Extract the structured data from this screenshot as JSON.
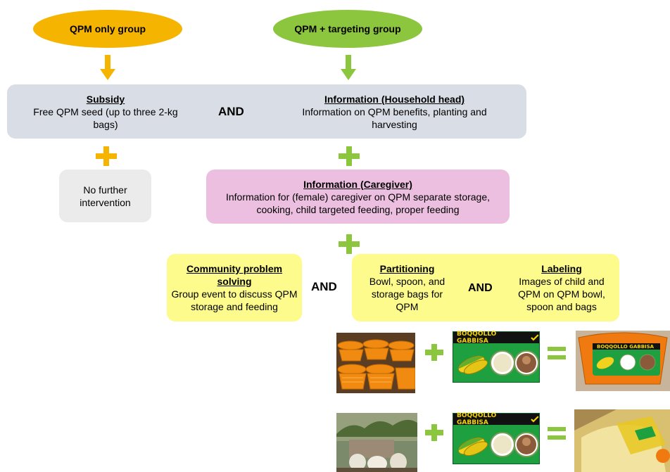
{
  "groups": {
    "qpm_only": "QPM only group",
    "qpm_targeting": "QPM + targeting group"
  },
  "subsidy": {
    "title": "Subsidy",
    "text": "Free QPM seed (up to three 2-kg bags)"
  },
  "and_labels": {
    "top": "AND",
    "middle": "AND",
    "right": "AND"
  },
  "info_household": {
    "title": "Information (Household head)",
    "text": "Information on QPM benefits, planting and harvesting"
  },
  "no_further": {
    "text": "No further intervention"
  },
  "info_caregiver": {
    "title": "Information (Caregiver)",
    "text": "Information for (female) caregiver on QPM separate storage, cooking, child targeted feeding, proper feeding"
  },
  "community": {
    "title": "Community problem solving",
    "text": "Group event to discuss QPM storage and feeding"
  },
  "partitioning": {
    "title": "Partitioning",
    "text": "Bowl, spoon, and storage bags for QPM"
  },
  "labeling": {
    "title": "Labeling",
    "text": "Images of child and QPM on QPM bowl, spoon and bags"
  },
  "label_card": {
    "brand": "BOQQOLLO GABBISA"
  },
  "colors": {
    "orange": "#f5b400",
    "green": "#8cc63f",
    "grey_box": "#d9dde5",
    "light_grey_box": "#ebebeb",
    "pink_box": "#ecbfe0",
    "yellow_box": "#fdfb8c",
    "label_green": "#1fa040"
  },
  "icons": [
    "down-arrow-icon",
    "plus-icon",
    "equals-icon",
    "check-icon"
  ]
}
